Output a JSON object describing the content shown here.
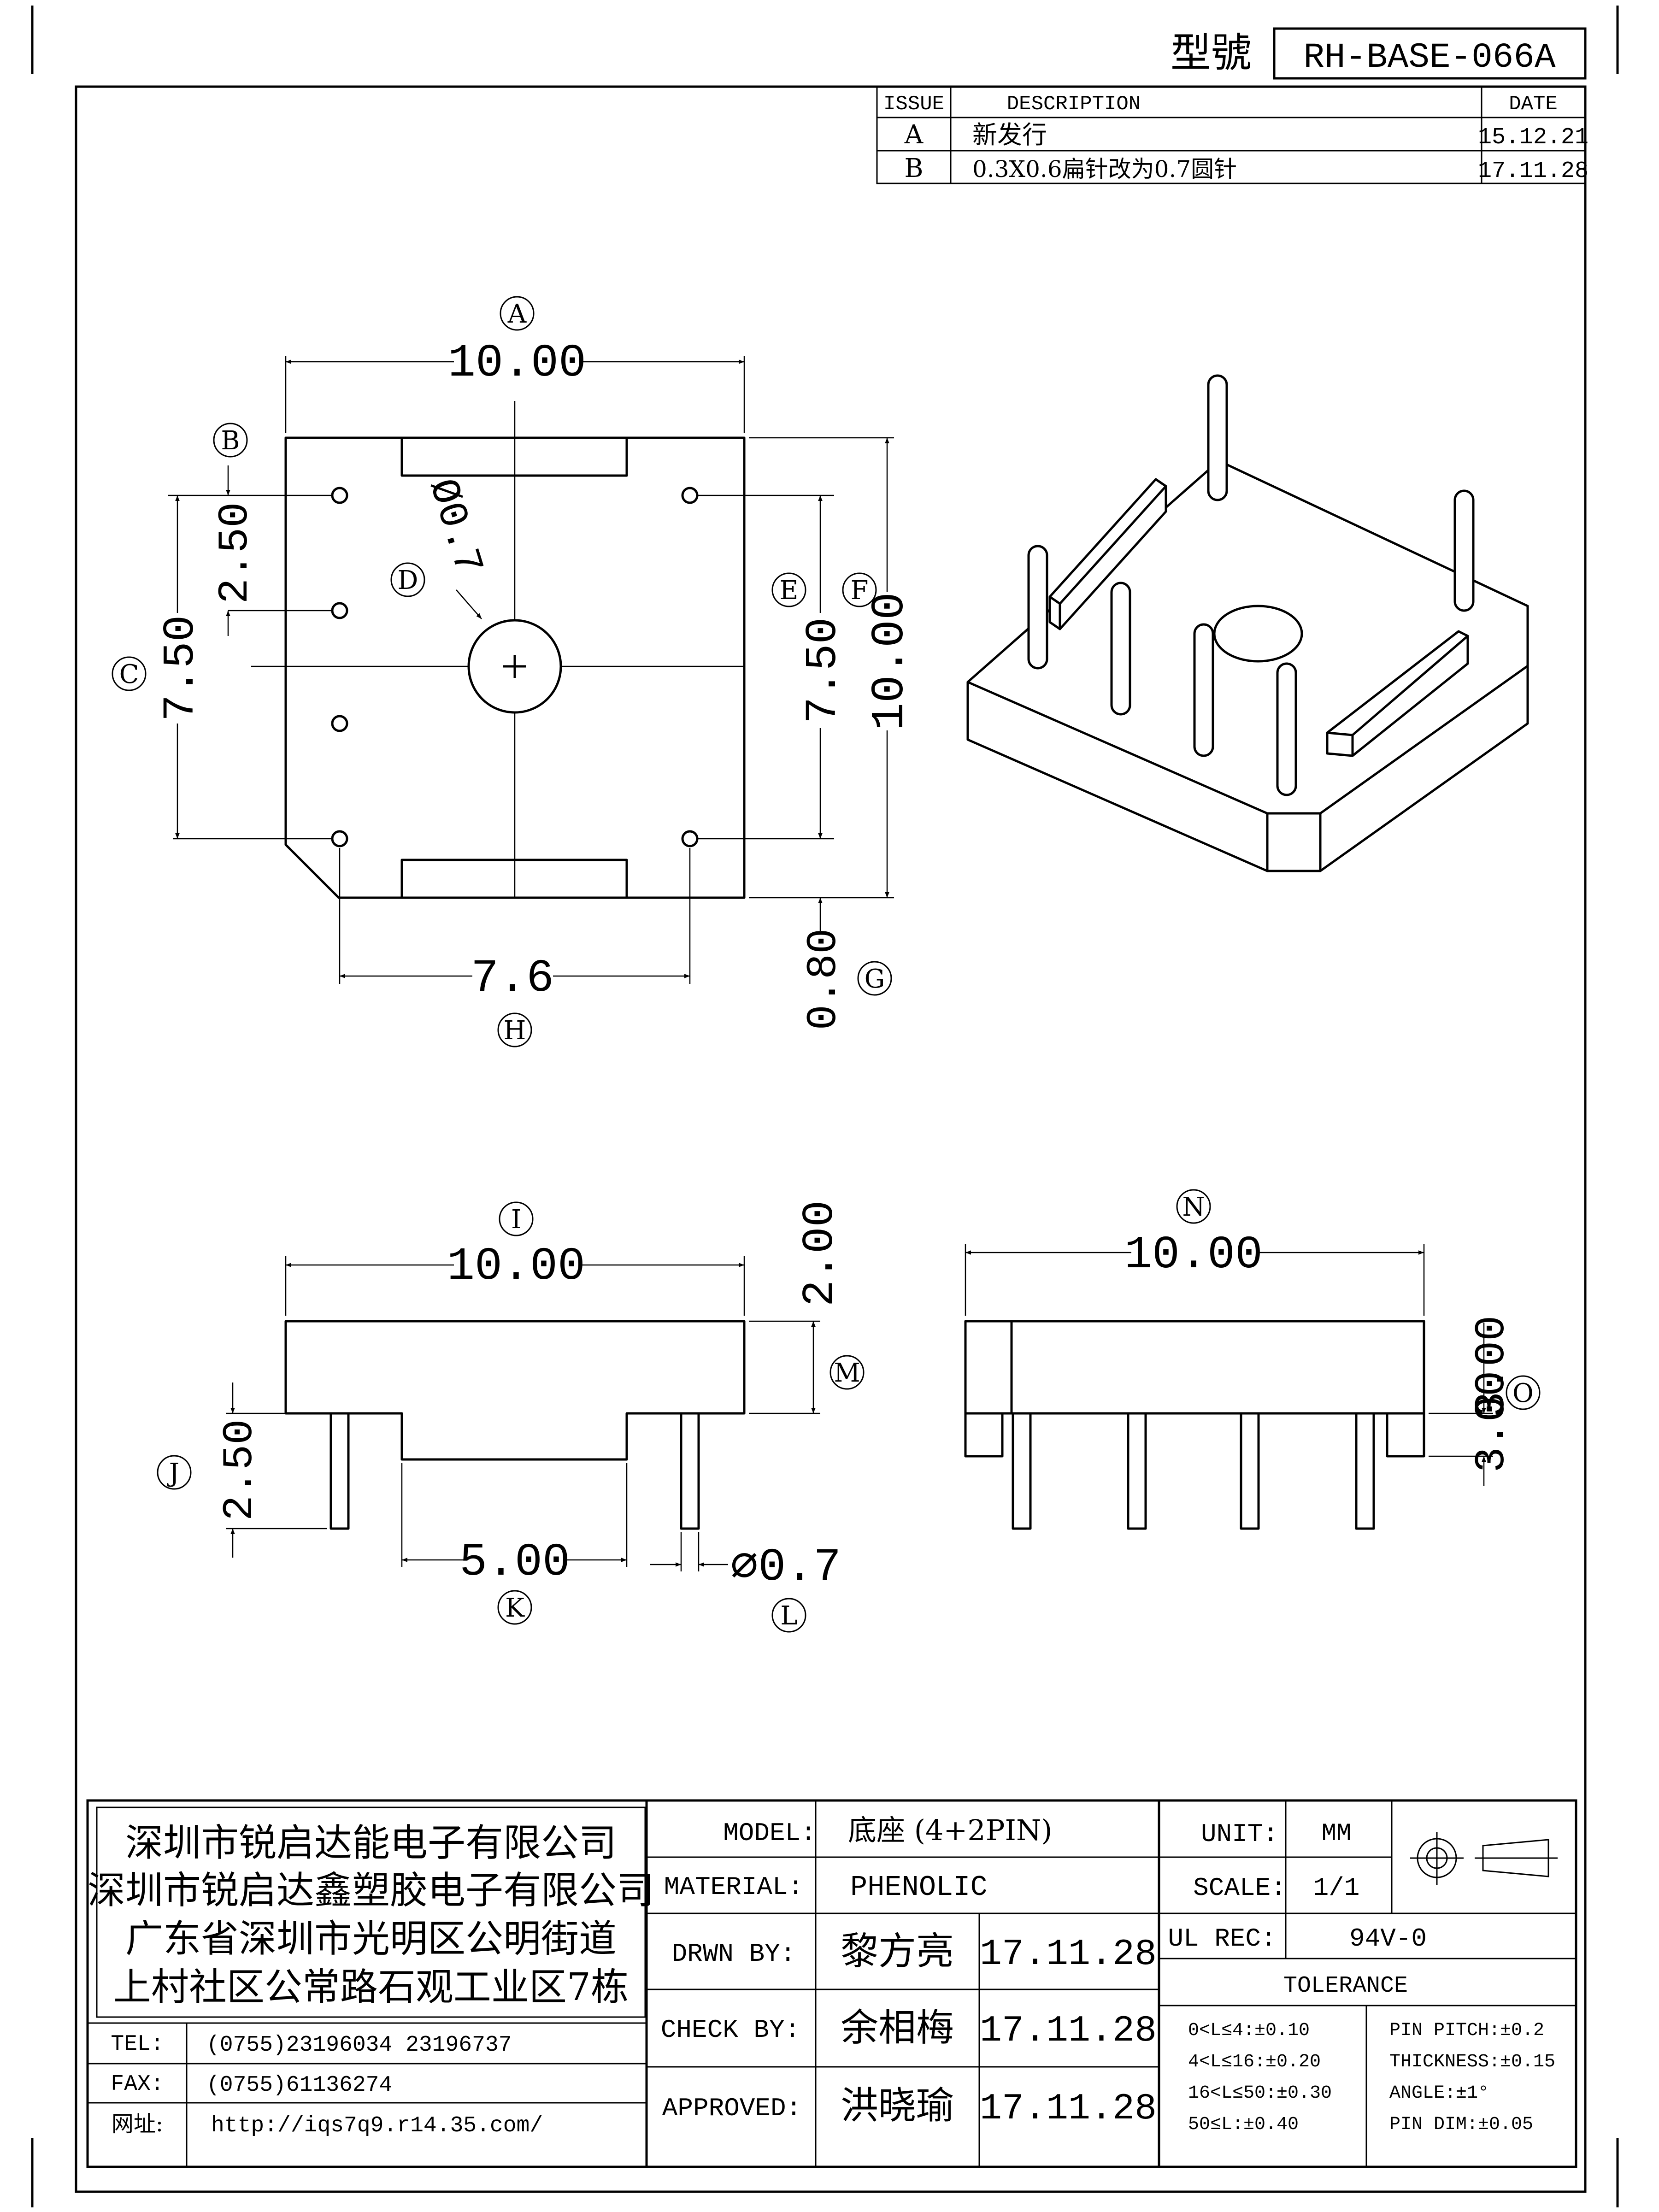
{
  "title_block": {
    "model_label": "型號",
    "model_value": "RH-BASE-066A"
  },
  "revision_table": {
    "headers": {
      "issue": "ISSUE",
      "description": "DESCRIPTION",
      "date": "DATE"
    },
    "rows": [
      {
        "issue": "A",
        "description": "新发行",
        "date": "15.12.21"
      },
      {
        "issue": "B",
        "description": "0.3X0.6扁针改为0.7圆针",
        "date": "17.11.28"
      }
    ]
  },
  "top_view": {
    "label_A": "A",
    "dim_A": "10.00",
    "label_B": "B",
    "dim_B": "2.50",
    "label_C": "C",
    "dim_C": "7.50",
    "label_D": "D",
    "dim_D": "Ø0.7",
    "label_E": "E",
    "dim_E": "7.50",
    "label_F": "F",
    "dim_F": "10.00",
    "label_G": "G",
    "dim_G": "0.80",
    "label_H": "H",
    "dim_H": "7.6"
  },
  "front_view": {
    "label_I": "I",
    "dim_I": "10.00",
    "dim_M_value": "2.00",
    "label_M": "M",
    "label_J": "J",
    "dim_J": "2.50",
    "label_K": "K",
    "dim_K": "5.00",
    "label_L": "L",
    "dim_L": "⌀0.7"
  },
  "side_view": {
    "label_N": "N",
    "dim_N": "10.00",
    "label_O": "O",
    "dim_O_top": "3.00",
    "dim_O_bottom": "3.00"
  },
  "company": {
    "line1": "深圳市锐启达能电子有限公司",
    "line2": "深圳市锐启达鑫塑胶电子有限公司",
    "line3": "广东省深圳市光明区公明街道",
    "line4": "上村社区公常路石观工业区7栋",
    "tel_label": "TEL:",
    "tel_value": "(0755)23196034  23196737",
    "fax_label": "FAX:",
    "fax_value": "(0755)61136274",
    "web_label": "网址:",
    "web_value": "http://iqs7q9.r14.35.com/"
  },
  "spec": {
    "model_label": "MODEL:",
    "model_value": "底座 (4+2PIN)",
    "material_label": "MATERIAL:",
    "material_value": "PHENOLIC",
    "drawn_label": "DRWN BY:",
    "drawn_name": "黎方亮",
    "drawn_date": "17.11.28",
    "check_label": "CHECK BY:",
    "check_name": "余相梅",
    "check_date": "17.11.28",
    "approved_label": "APPROVED:",
    "approved_name": "洪晓瑜",
    "approved_date": "17.11.28",
    "unit_label": "UNIT:",
    "unit_value": "MM",
    "scale_label": "SCALE:",
    "scale_value": "1/1",
    "ul_label": "UL REC:",
    "ul_value": "94V-0",
    "tolerance_title": "TOLERANCE",
    "tol_1": "0<L≤4:±0.10",
    "tol_2": "4<L≤16:±0.20",
    "tol_3": "16<L≤50:±0.30",
    "tol_4": "50≤L:±0.40",
    "tol_5": "PIN PITCH:±0.2",
    "tol_6": "THICKNESS:±0.15",
    "tol_7": "ANGLE:±1°",
    "tol_8": "PIN DIM:±0.05"
  }
}
